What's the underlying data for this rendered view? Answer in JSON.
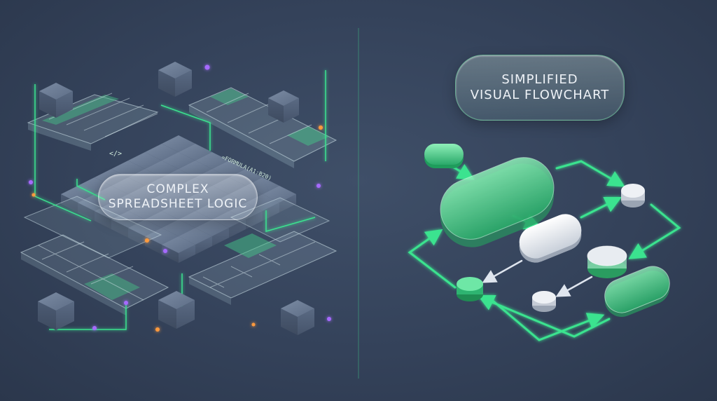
{
  "left_panel": {
    "label_line1": "COMPLEX",
    "label_line2": "SPREADSHEET LOGIC",
    "formula_text": "=FORMULA(A1:B20)",
    "code_tag": "</>"
  },
  "right_panel": {
    "label_line1": "SIMPLIFIED",
    "label_line2": "VISUAL FLOWCHART"
  },
  "colors": {
    "background": "#34425a",
    "accent_green": "#2fd17f",
    "cube_gray": "#55667e",
    "glow_orange": "#ff9a3d",
    "glow_purple": "#a66bff"
  },
  "icons": [
    "cube-icon",
    "spreadsheet-slab-icon",
    "flow-node-icon",
    "arrow-icon"
  ]
}
